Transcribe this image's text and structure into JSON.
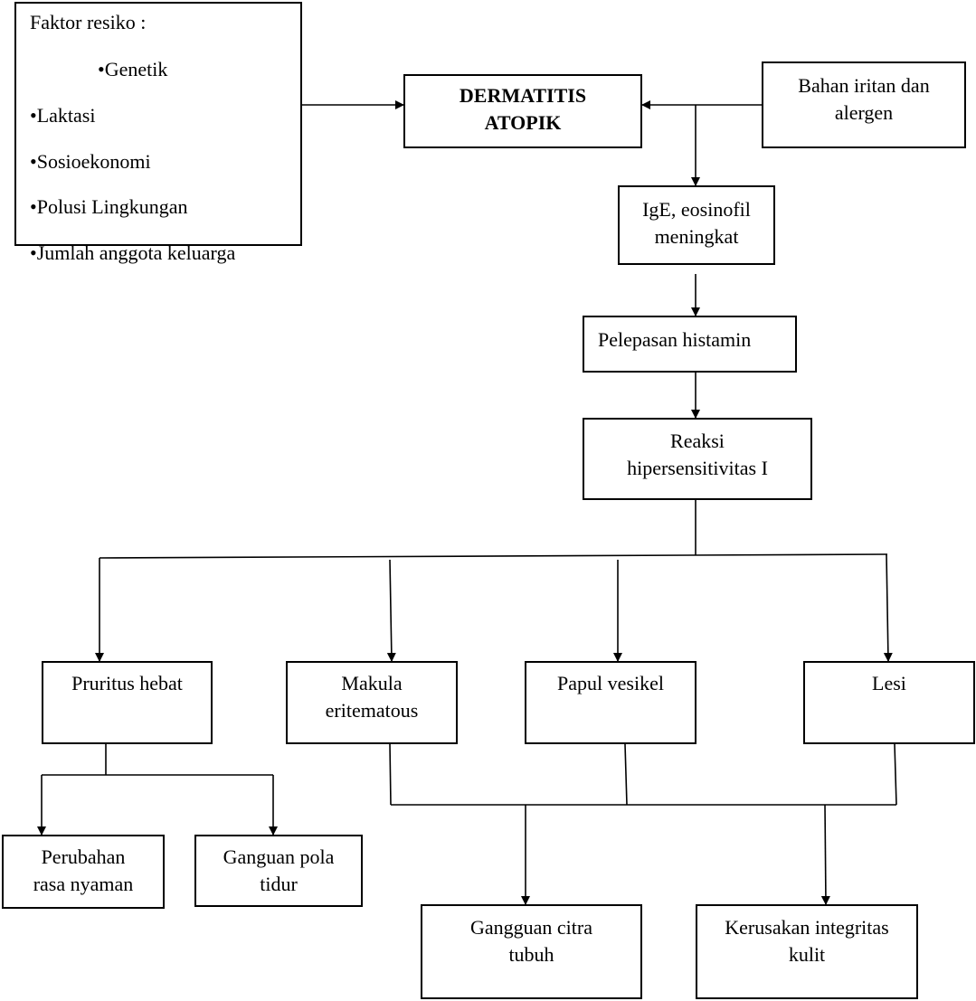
{
  "risk": {
    "title": "Faktor resiko :",
    "items": [
      "Genetik",
      "Laktasi",
      "Sosioekonomi",
      "Polusi Lingkungan",
      "Jumlah anggota keluarga"
    ]
  },
  "main": {
    "line1": "DERMATITIS",
    "line2": "ATOPIK"
  },
  "irritant": {
    "line1": "Bahan iritan dan",
    "line2": "alergen"
  },
  "ige": {
    "line1": "IgE, eosinofil",
    "line2": "meningkat"
  },
  "histamine": {
    "line1": "Pelepasan histamin"
  },
  "reaction": {
    "line1": "Reaksi",
    "line2": "hipersensitivitas I"
  },
  "pruritus": {
    "line1": "Pruritus hebat"
  },
  "makula": {
    "line1": "Makula",
    "line2": "eritematous"
  },
  "papul": {
    "line1": "Papul vesikel"
  },
  "lesi": {
    "line1": "Lesi"
  },
  "comfort": {
    "line1": "Perubahan",
    "line2": "rasa nyaman"
  },
  "sleep": {
    "line1": "Ganguan pola",
    "line2": "tidur"
  },
  "body_image": {
    "line1": "Gangguan citra",
    "line2": "tubuh"
  },
  "skin": {
    "line1": "Kerusakan integritas",
    "line2": "kulit"
  }
}
